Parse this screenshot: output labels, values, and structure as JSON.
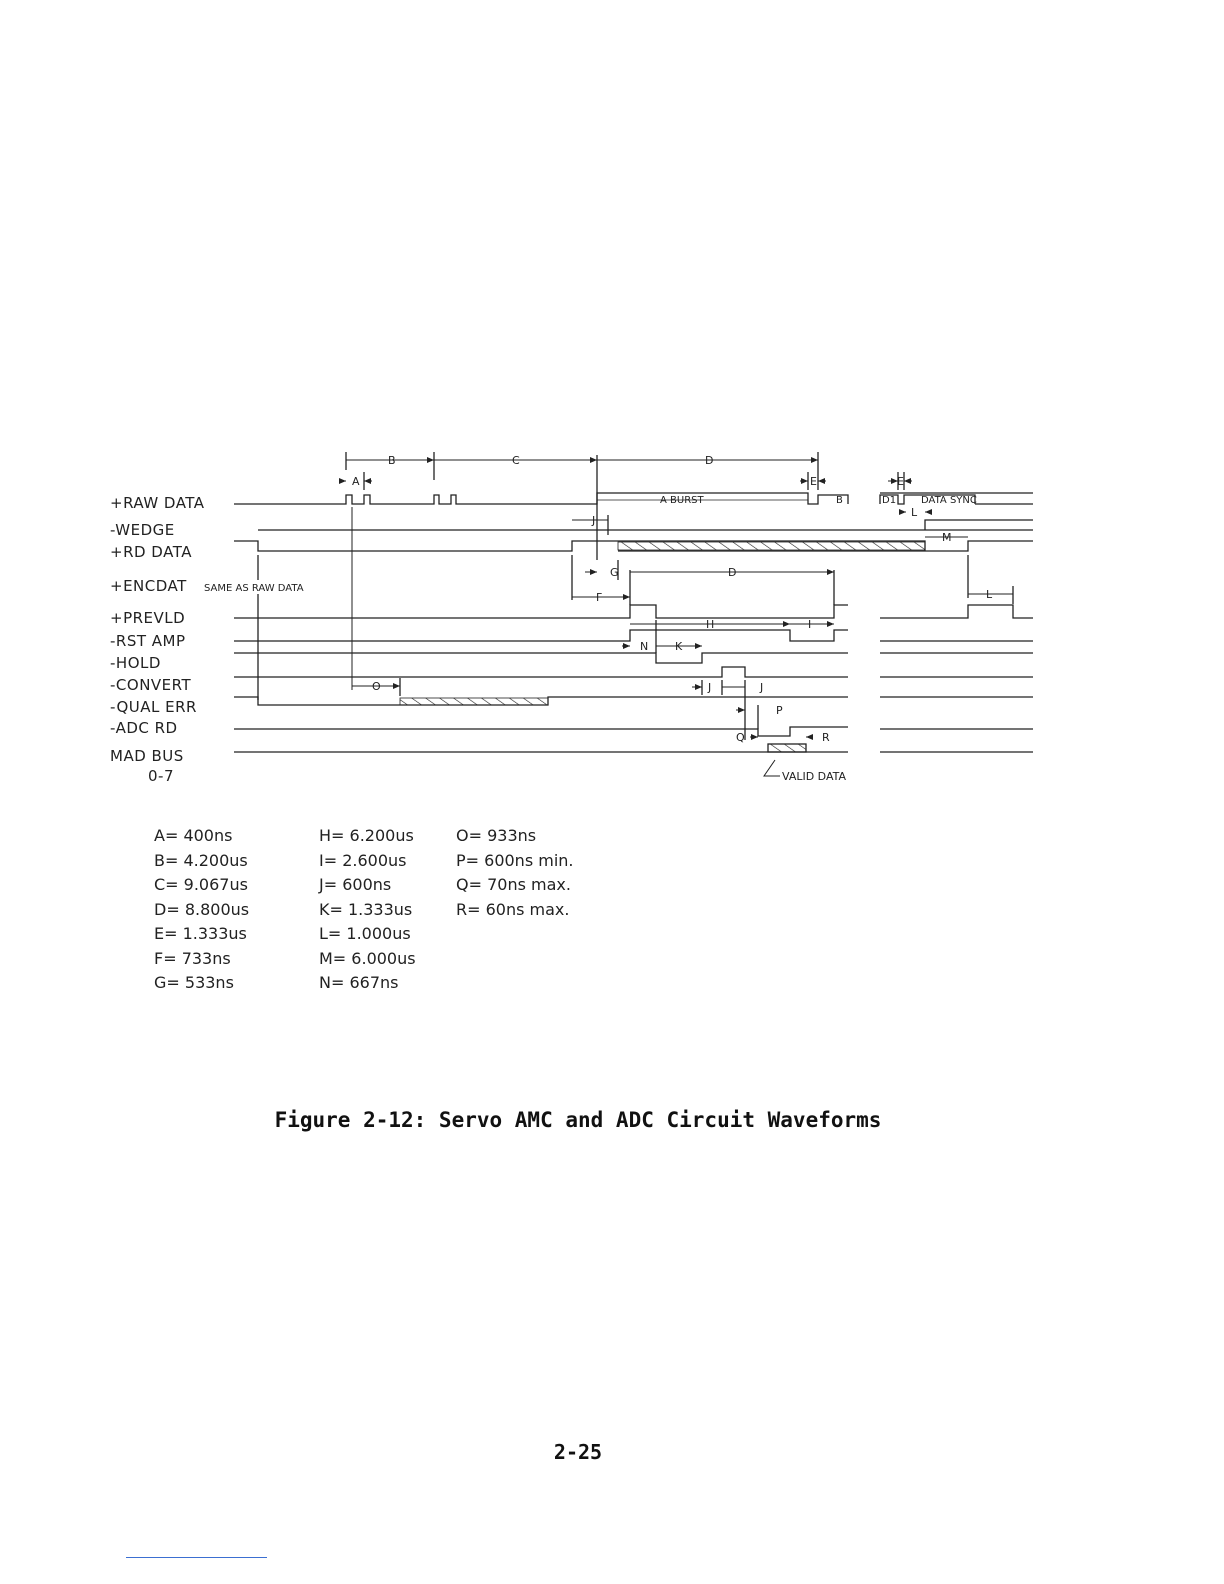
{
  "signals": [
    {
      "label": "+RAW DATA"
    },
    {
      "label": "-WEDGE"
    },
    {
      "label": "+RD DATA"
    },
    {
      "label": "+ENCDAT"
    },
    {
      "label": "+PREVLD"
    },
    {
      "label": "-RST AMP"
    },
    {
      "label": "-HOLD"
    },
    {
      "label": "-CONVERT"
    },
    {
      "label": "-QUAL ERR"
    },
    {
      "label": "-ADC RD"
    },
    {
      "label": "MAD BUS"
    },
    {
      "label": "0-7"
    }
  ],
  "annotations": {
    "same_as_raw": "SAME AS RAW DATA",
    "a_burst": "A BURST",
    "b_burst": "B",
    "d1": "D1",
    "data_sync": "DATA SYNC",
    "valid_data": "VALID DATA"
  },
  "timing_letters": {
    "A": "A",
    "B": "B",
    "C": "C",
    "D": "D",
    "E": "E",
    "F": "F",
    "G": "G",
    "H": "H",
    "I": "I",
    "J": "J",
    "K": "K",
    "L": "L",
    "M": "M",
    "N": "N",
    "O": "O",
    "P": "P",
    "Q": "Q",
    "R": "R"
  },
  "legend": {
    "col1": [
      "A= 400ns",
      "B= 4.200us",
      "C= 9.067us",
      "D= 8.800us",
      "E= 1.333us",
      "F= 733ns",
      "G= 533ns"
    ],
    "col2": [
      "H= 6.200us",
      "I= 2.600us",
      "J= 600ns",
      "K= 1.333us",
      "L= 1.000us",
      "M= 6.000us",
      "N= 667ns"
    ],
    "col3": [
      "O= 933ns",
      "P= 600ns min.",
      "Q= 70ns max.",
      "R= 60ns max."
    ]
  },
  "caption": "Figure 2-12: Servo AMC and ADC Circuit Waveforms",
  "page_number": "2-25"
}
